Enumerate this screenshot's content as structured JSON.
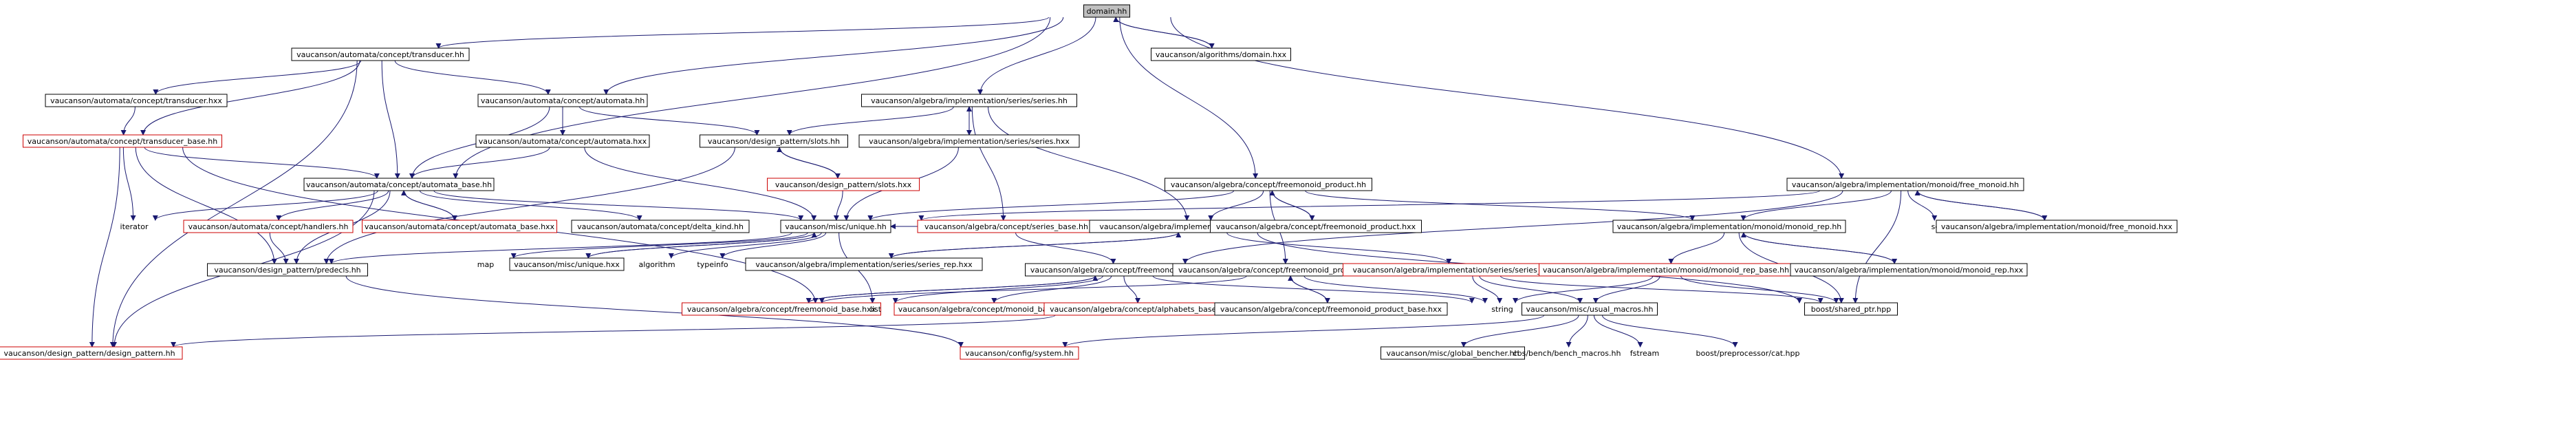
{
  "graph": {
    "colors": {
      "edge": "#191970",
      "box_black": "#000000",
      "box_red": "#cc0000",
      "root_fill": "#bfbfbf",
      "background": "#ffffff"
    },
    "nodes": [
      {
        "id": "n0",
        "label": "domain.hh",
        "style": "root"
      },
      {
        "id": "n1",
        "label": "vaucanson/algorithms/domain.hxx",
        "style": "black"
      },
      {
        "id": "n2",
        "label": "vaucanson/automata/concept/transducer.hh",
        "style": "black"
      },
      {
        "id": "n3",
        "label": "vaucanson/automata/concept/transducer.hxx",
        "style": "black"
      },
      {
        "id": "n4",
        "label": "vaucanson/automata/concept/automata.hh",
        "style": "black"
      },
      {
        "id": "n5",
        "label": "vaucanson/algebra/implementation/series/series.hh",
        "style": "black"
      },
      {
        "id": "n6",
        "label": "vaucanson/automata/concept/transducer_base.hh",
        "style": "red"
      },
      {
        "id": "n7",
        "label": "vaucanson/automata/concept/automata.hxx",
        "style": "black"
      },
      {
        "id": "n8",
        "label": "vaucanson/design_pattern/slots.hh",
        "style": "black"
      },
      {
        "id": "n9",
        "label": "vaucanson/algebra/implementation/series/series.hxx",
        "style": "black"
      },
      {
        "id": "n10",
        "label": "vaucanson/design_pattern/slots.hxx",
        "style": "red"
      },
      {
        "id": "n11",
        "label": "vaucanson/automata/concept/automata_base.hh",
        "style": "black"
      },
      {
        "id": "n12",
        "label": "vaucanson/algebra/concept/freemonoid_product.hh",
        "style": "black"
      },
      {
        "id": "n13",
        "label": "vaucanson/algebra/implementation/monoid/free_monoid.hh",
        "style": "black"
      },
      {
        "id": "n14",
        "label": "iterator",
        "style": "plain"
      },
      {
        "id": "n15",
        "label": "vaucanson/automata/concept/handlers.hh",
        "style": "red"
      },
      {
        "id": "n16",
        "label": "vaucanson/automata/concept/automata_base.hxx",
        "style": "red"
      },
      {
        "id": "n17",
        "label": "vaucanson/automata/concept/delta_kind.hh",
        "style": "black"
      },
      {
        "id": "n18",
        "label": "vaucanson/misc/unique.hh",
        "style": "black"
      },
      {
        "id": "n19",
        "label": "vaucanson/algebra/concept/series_base.hh",
        "style": "red"
      },
      {
        "id": "n20",
        "label": "vaucanson/algebra/implementation/series/series_rep.hh",
        "style": "black"
      },
      {
        "id": "n21",
        "label": "vaucanson/algebra/concept/freemonoid_product.hxx",
        "style": "black"
      },
      {
        "id": "n22",
        "label": "vaucanson/algebra/implementation/monoid/monoid_rep.hh",
        "style": "black"
      },
      {
        "id": "n23",
        "label": "set",
        "style": "plain"
      },
      {
        "id": "n24",
        "label": "vaucanson/algebra/implementation/monoid/free_monoid.hxx",
        "style": "black"
      },
      {
        "id": "n25",
        "label": "map",
        "style": "plain"
      },
      {
        "id": "n26",
        "label": "vaucanson/misc/unique.hxx",
        "style": "black"
      },
      {
        "id": "n27",
        "label": "algorithm",
        "style": "plain"
      },
      {
        "id": "n28",
        "label": "typeinfo",
        "style": "plain"
      },
      {
        "id": "n29",
        "label": "vaucanson/algebra/implementation/series/series_rep.hxx",
        "style": "black"
      },
      {
        "id": "n30",
        "label": "vaucanson/design_pattern/predecls.hh",
        "style": "black"
      },
      {
        "id": "n31",
        "label": "vaucanson/algebra/concept/freemonoid_base.hh",
        "style": "black"
      },
      {
        "id": "n32",
        "label": "vaucanson/algebra/concept/freemonoid_product_base.hh",
        "style": "black"
      },
      {
        "id": "n33",
        "label": "vaucanson/algebra/implementation/series/series_rep_base.hh",
        "style": "red"
      },
      {
        "id": "n34",
        "label": "vaucanson/algebra/implementation/monoid/monoid_rep_base.hh",
        "style": "red"
      },
      {
        "id": "n35",
        "label": "vaucanson/algebra/implementation/monoid/monoid_rep.hxx",
        "style": "black"
      },
      {
        "id": "n36",
        "label": "vaucanson/algebra/concept/freemonoid_base.hxx",
        "style": "red"
      },
      {
        "id": "n37",
        "label": "list",
        "style": "plain"
      },
      {
        "id": "n38",
        "label": "vaucanson/algebra/concept/monoid_base.hh",
        "style": "red"
      },
      {
        "id": "n39",
        "label": "vaucanson/algebra/concept/alphabets_base.hh",
        "style": "red"
      },
      {
        "id": "n40",
        "label": "vaucanson/algebra/concept/freemonoid_product_base.hxx",
        "style": "black"
      },
      {
        "id": "n41",
        "label": "string",
        "style": "plain"
      },
      {
        "id": "n42",
        "label": "vaucanson/misc/usual_macros.hh",
        "style": "black"
      },
      {
        "id": "n43",
        "label": "boost/shared_ptr.hpp",
        "style": "black"
      },
      {
        "id": "n44",
        "label": "vaucanson/design_pattern/design_pattern.hh",
        "style": "red"
      },
      {
        "id": "n45",
        "label": "vaucanson/config/system.hh",
        "style": "red"
      },
      {
        "id": "n46",
        "label": "vaucanson/misc/global_bencher.hh",
        "style": "black"
      },
      {
        "id": "n47",
        "label": "cbs/bench/bench_macros.hh",
        "style": "plain"
      },
      {
        "id": "n48",
        "label": "fstream",
        "style": "plain"
      },
      {
        "id": "n49",
        "label": "boost/preprocessor/cat.hpp",
        "style": "plain"
      }
    ],
    "edges": [
      [
        "n0",
        "n1"
      ],
      [
        "n1",
        "n0"
      ],
      [
        "n0",
        "n2"
      ],
      [
        "n0",
        "n4"
      ],
      [
        "n0",
        "n5"
      ],
      [
        "n0",
        "n11"
      ],
      [
        "n0",
        "n12"
      ],
      [
        "n0",
        "n13"
      ],
      [
        "n2",
        "n3"
      ],
      [
        "n2",
        "n4"
      ],
      [
        "n2",
        "n6"
      ],
      [
        "n2",
        "n11"
      ],
      [
        "n2",
        "n44"
      ],
      [
        "n3",
        "n6"
      ],
      [
        "n4",
        "n7"
      ],
      [
        "n4",
        "n8"
      ],
      [
        "n4",
        "n11"
      ],
      [
        "n5",
        "n8"
      ],
      [
        "n5",
        "n9"
      ],
      [
        "n5",
        "n19"
      ],
      [
        "n5",
        "n20"
      ],
      [
        "n6",
        "n11"
      ],
      [
        "n6",
        "n14"
      ],
      [
        "n6",
        "n30"
      ],
      [
        "n6",
        "n37"
      ],
      [
        "n6",
        "n44"
      ],
      [
        "n7",
        "n11"
      ],
      [
        "n7",
        "n18"
      ],
      [
        "n8",
        "n10"
      ],
      [
        "n8",
        "n30"
      ],
      [
        "n10",
        "n8"
      ],
      [
        "n10",
        "n18"
      ],
      [
        "n9",
        "n5"
      ],
      [
        "n9",
        "n18"
      ],
      [
        "n11",
        "n14"
      ],
      [
        "n11",
        "n15"
      ],
      [
        "n11",
        "n16"
      ],
      [
        "n11",
        "n17"
      ],
      [
        "n11",
        "n18"
      ],
      [
        "n11",
        "n44"
      ],
      [
        "n11",
        "n30"
      ],
      [
        "n16",
        "n11"
      ],
      [
        "n12",
        "n18"
      ],
      [
        "n12",
        "n20"
      ],
      [
        "n12",
        "n21"
      ],
      [
        "n12",
        "n22"
      ],
      [
        "n12",
        "n32"
      ],
      [
        "n21",
        "n12"
      ],
      [
        "n13",
        "n18"
      ],
      [
        "n13",
        "n22"
      ],
      [
        "n13",
        "n23"
      ],
      [
        "n13",
        "n24"
      ],
      [
        "n13",
        "n31"
      ],
      [
        "n13",
        "n43"
      ],
      [
        "n24",
        "n13"
      ],
      [
        "n15",
        "n30"
      ],
      [
        "n18",
        "n25"
      ],
      [
        "n18",
        "n26"
      ],
      [
        "n18",
        "n27"
      ],
      [
        "n18",
        "n28"
      ],
      [
        "n18",
        "n30"
      ],
      [
        "n18",
        "n37"
      ],
      [
        "n26",
        "n18"
      ],
      [
        "n19",
        "n31"
      ],
      [
        "n20",
        "n29"
      ],
      [
        "n20",
        "n33"
      ],
      [
        "n20",
        "n43"
      ],
      [
        "n20",
        "n18"
      ],
      [
        "n29",
        "n20"
      ],
      [
        "n22",
        "n34"
      ],
      [
        "n22",
        "n35"
      ],
      [
        "n22",
        "n43"
      ],
      [
        "n35",
        "n22"
      ],
      [
        "n30",
        "n45"
      ],
      [
        "n31",
        "n36"
      ],
      [
        "n31",
        "n37"
      ],
      [
        "n31",
        "n38"
      ],
      [
        "n31",
        "n39"
      ],
      [
        "n31",
        "n41"
      ],
      [
        "n36",
        "n31"
      ],
      [
        "n32",
        "n40"
      ],
      [
        "n32",
        "n41"
      ],
      [
        "n32",
        "n36"
      ],
      [
        "n40",
        "n32"
      ],
      [
        "n33",
        "n41"
      ],
      [
        "n33",
        "n42"
      ],
      [
        "n33",
        "n43"
      ],
      [
        "n34",
        "n41"
      ],
      [
        "n34",
        "n42"
      ],
      [
        "n34",
        "n43"
      ],
      [
        "n39",
        "n44"
      ],
      [
        "n42",
        "n45"
      ],
      [
        "n42",
        "n46"
      ],
      [
        "n42",
        "n47"
      ],
      [
        "n42",
        "n48"
      ],
      [
        "n42",
        "n49"
      ]
    ]
  }
}
